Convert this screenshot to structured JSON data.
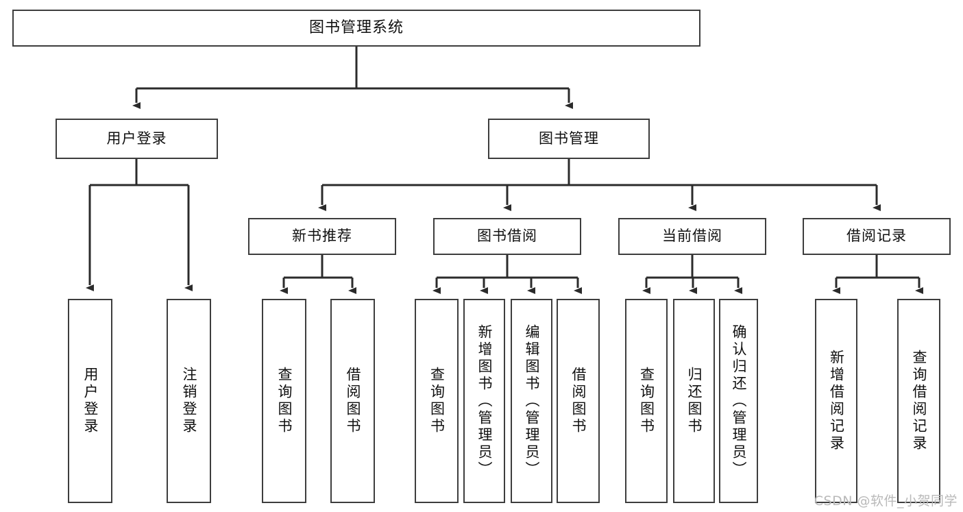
{
  "diagram": {
    "title": "图书管理系统",
    "type": "hierarchy-tree",
    "watermark": "CSDN @软件_小贺同学",
    "colors": {
      "box_border": "#3d3d3d",
      "box_fill": "#ffffff",
      "text": "#101010",
      "connector": "#2b2b2b",
      "watermark": "#b9b9b9"
    },
    "root": {
      "label": "图书管理系统"
    },
    "level1": [
      {
        "label": "用户登录"
      },
      {
        "label": "图书管理"
      }
    ],
    "level2": [
      {
        "label": "新书推荐"
      },
      {
        "label": "图书借阅"
      },
      {
        "label": "当前借阅"
      },
      {
        "label": "借阅记录"
      }
    ],
    "leaves": {
      "user_login": [
        {
          "label": "用户登录"
        },
        {
          "label": "注销登录"
        }
      ],
      "new_book": [
        {
          "label": "查询图书"
        },
        {
          "label": "借阅图书"
        }
      ],
      "borrow": [
        {
          "label": "查询图书"
        },
        {
          "label": "新增图书（管理员）"
        },
        {
          "label": "编辑图书（管理员）"
        },
        {
          "label": "借阅图书"
        }
      ],
      "current": [
        {
          "label": "查询图书"
        },
        {
          "label": "归还图书"
        },
        {
          "label": "确认归还（管理员）"
        }
      ],
      "records": [
        {
          "label": "新增借阅记录"
        },
        {
          "label": "查询借阅记录"
        }
      ]
    }
  }
}
